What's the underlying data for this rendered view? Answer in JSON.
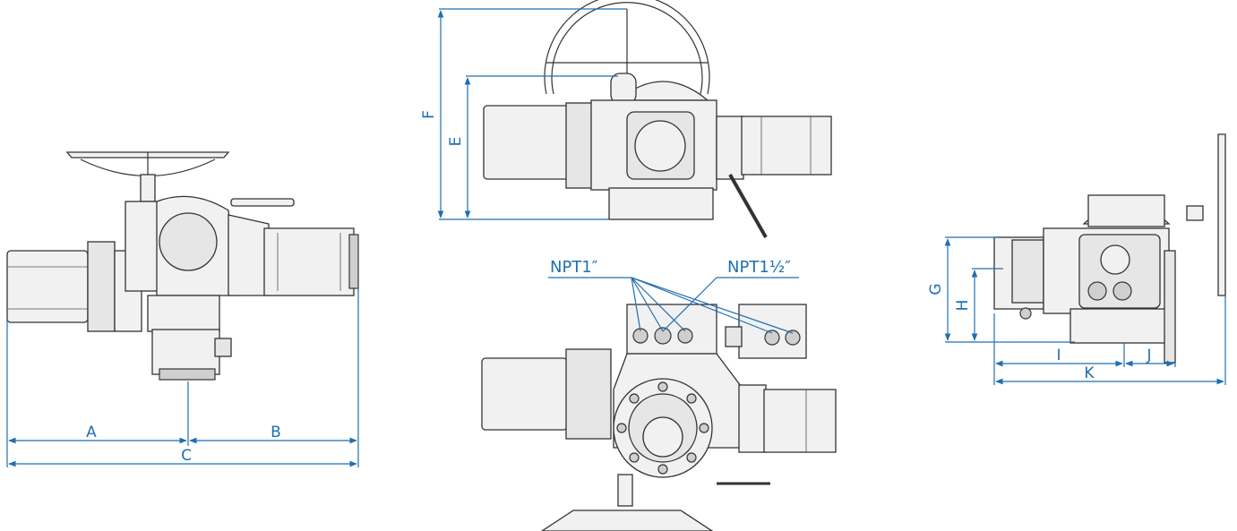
{
  "dimension_labels": {
    "a": "A",
    "b": "B",
    "c": "C",
    "e": "E",
    "f": "F",
    "g": "G",
    "h": "H",
    "i": "I",
    "j": "J",
    "k": "K"
  },
  "port_labels": {
    "npt1": "NPT1″",
    "npt1_half": "NPT1½″"
  },
  "colors": {
    "dimension": "#1f6fb2",
    "outline": "#333333",
    "fill": "#f1f1f1"
  }
}
